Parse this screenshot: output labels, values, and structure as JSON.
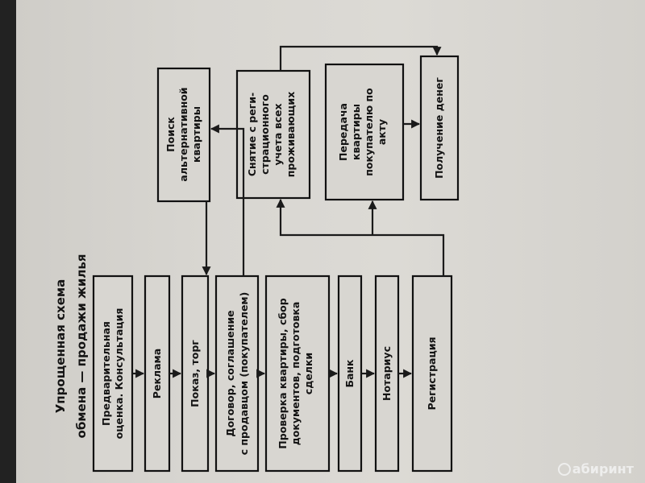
{
  "title": [
    "Упрощенная схема",
    "обмена — продажи жилья"
  ],
  "nodes": {
    "predvaritelnaya": [
      "Предварительная",
      "оценка. Консультация"
    ],
    "reklama": [
      "Реклама"
    ],
    "pokaz": [
      "Показ, торг"
    ],
    "dogovor": [
      "Договор, соглашение",
      "с продавцом (покупателем)"
    ],
    "proverka": [
      "Проверка квартиры, сбор",
      "документов, подготовка",
      "сделки"
    ],
    "bank": [
      "Банк"
    ],
    "notarius": [
      "Нотариус"
    ],
    "registraciya": [
      "Регистрация"
    ],
    "poisk": [
      "Поиск",
      "альтернативной",
      "квартиры"
    ],
    "snyatie": [
      "Снятие с реги-",
      "страционного",
      "учета всех",
      "проживающих"
    ],
    "peredacha": [
      "Передача",
      "квартиры",
      "покупателю по",
      "акту"
    ],
    "poluchenie": [
      "Получение денег"
    ]
  },
  "watermark": "абиринт"
}
